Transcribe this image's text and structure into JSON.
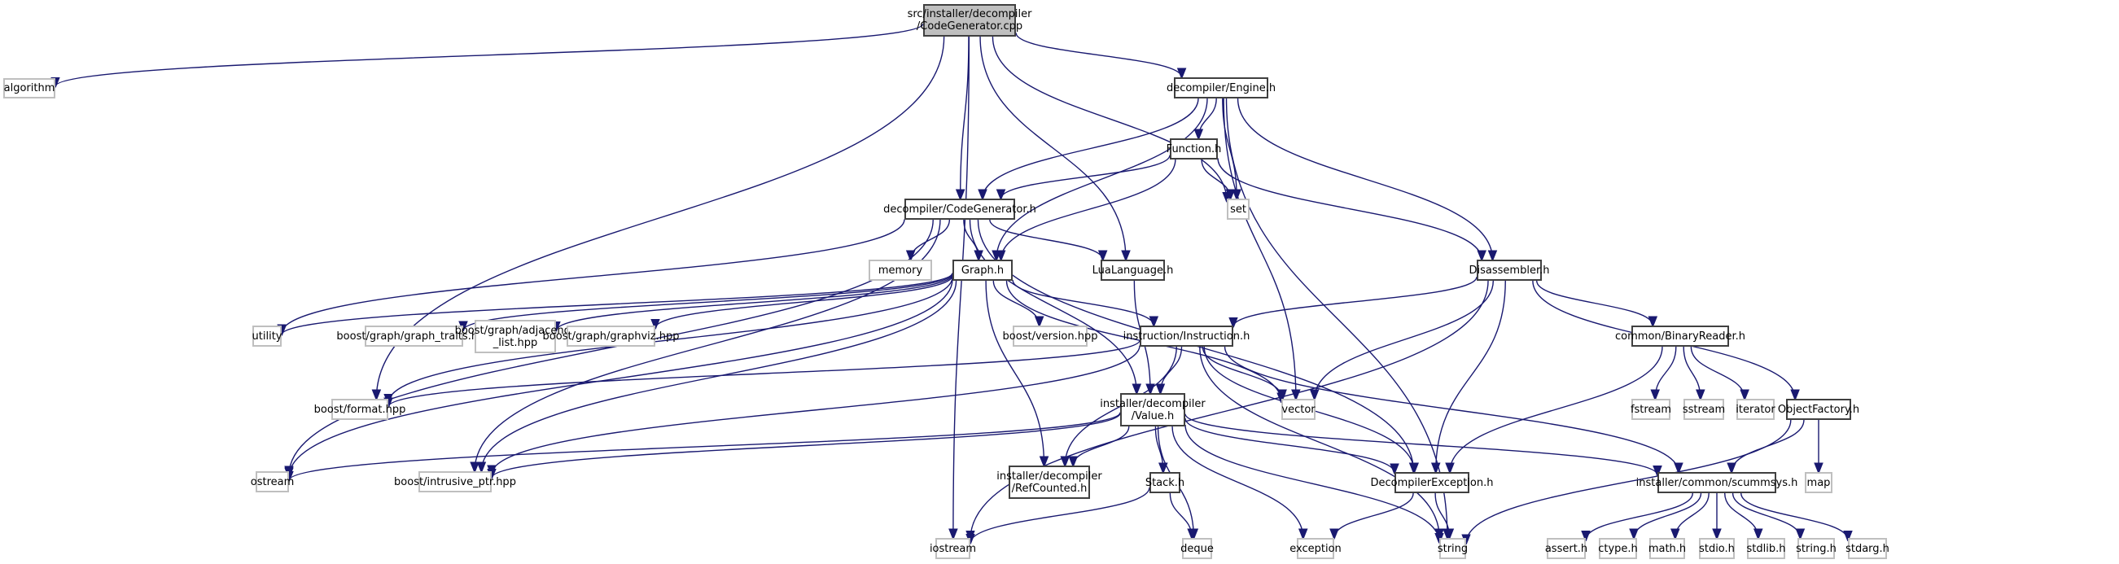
{
  "title": "src/installer/decompiler/CodeGenerator.cpp include dependency graph",
  "colors": {
    "edge": "#191970",
    "root_fill": "#bfbfbf",
    "project_border": "#404040",
    "system_border": "#bfbfbf"
  },
  "nodes": {
    "root": {
      "label": "src/installer/decompiler\n/CodeGenerator.cpp",
      "kind": "root"
    },
    "algorithm": {
      "label": "algorithm",
      "kind": "system"
    },
    "engine": {
      "label": "decompiler/Engine.h",
      "kind": "project"
    },
    "function": {
      "label": "Function.h",
      "kind": "project"
    },
    "set": {
      "label": "set",
      "kind": "system"
    },
    "codegen_h": {
      "label": "decompiler/CodeGenerator.h",
      "kind": "project"
    },
    "memory": {
      "label": "memory",
      "kind": "system"
    },
    "graph": {
      "label": "Graph.h",
      "kind": "project"
    },
    "lualang": {
      "label": "LuaLanguage.h",
      "kind": "project"
    },
    "disasm": {
      "label": "Disassembler.h",
      "kind": "project"
    },
    "utility": {
      "label": "utility",
      "kind": "system"
    },
    "graph_traits": {
      "label": "boost/graph/graph_traits.hpp",
      "kind": "system"
    },
    "adjacency": {
      "label": "boost/graph/adjacency\n_list.hpp",
      "kind": "system"
    },
    "graphviz": {
      "label": "boost/graph/graphviz.hpp",
      "kind": "system"
    },
    "version": {
      "label": "boost/version.hpp",
      "kind": "system"
    },
    "instruction": {
      "label": "instruction/Instruction.h",
      "kind": "project"
    },
    "binreader": {
      "label": "common/BinaryReader.h",
      "kind": "project"
    },
    "format": {
      "label": "boost/format.hpp",
      "kind": "system"
    },
    "value": {
      "label": "installer/decompiler\n/Value.h",
      "kind": "project"
    },
    "vector": {
      "label": "vector",
      "kind": "system"
    },
    "fstream": {
      "label": "fstream",
      "kind": "system"
    },
    "sstream": {
      "label": "sstream",
      "kind": "system"
    },
    "iterator": {
      "label": "iterator",
      "kind": "system"
    },
    "objfactory": {
      "label": "ObjectFactory.h",
      "kind": "project"
    },
    "ostream": {
      "label": "ostream",
      "kind": "system"
    },
    "intrusive": {
      "label": "boost/intrusive_ptr.hpp",
      "kind": "system"
    },
    "refcounted": {
      "label": "installer/decompiler\n/RefCounted.h",
      "kind": "project"
    },
    "stack": {
      "label": "Stack.h",
      "kind": "project"
    },
    "decexc": {
      "label": "DecompilerException.h",
      "kind": "project"
    },
    "scummsys": {
      "label": "installer/common/scummsys.h",
      "kind": "project"
    },
    "map": {
      "label": "map",
      "kind": "system"
    },
    "iostream": {
      "label": "iostream",
      "kind": "system"
    },
    "deque": {
      "label": "deque",
      "kind": "system"
    },
    "exception": {
      "label": "exception",
      "kind": "system"
    },
    "string": {
      "label": "string",
      "kind": "system"
    },
    "assert": {
      "label": "assert.h",
      "kind": "system"
    },
    "ctype": {
      "label": "ctype.h",
      "kind": "system"
    },
    "math": {
      "label": "math.h",
      "kind": "system"
    },
    "stdio": {
      "label": "stdio.h",
      "kind": "system"
    },
    "stdlib": {
      "label": "stdlib.h",
      "kind": "system"
    },
    "string_h": {
      "label": "string.h",
      "kind": "system"
    },
    "stdarg": {
      "label": "stdarg.h",
      "kind": "system"
    }
  },
  "edges": [
    [
      "root",
      "algorithm"
    ],
    [
      "root",
      "engine"
    ],
    [
      "root",
      "set"
    ],
    [
      "root",
      "codegen_h"
    ],
    [
      "root",
      "lualang"
    ],
    [
      "root",
      "format"
    ],
    [
      "root",
      "iostream"
    ],
    [
      "engine",
      "function"
    ],
    [
      "engine",
      "set"
    ],
    [
      "engine",
      "codegen_h"
    ],
    [
      "engine",
      "graph"
    ],
    [
      "engine",
      "disasm"
    ],
    [
      "engine",
      "vector"
    ],
    [
      "engine",
      "string"
    ],
    [
      "function",
      "set"
    ],
    [
      "function",
      "codegen_h"
    ],
    [
      "function",
      "graph"
    ],
    [
      "function",
      "disasm"
    ],
    [
      "codegen_h",
      "memory"
    ],
    [
      "codegen_h",
      "graph"
    ],
    [
      "codegen_h",
      "lualang"
    ],
    [
      "codegen_h",
      "utility"
    ],
    [
      "codegen_h",
      "ostream"
    ],
    [
      "codegen_h",
      "intrusive"
    ],
    [
      "codegen_h",
      "value"
    ],
    [
      "codegen_h",
      "decexc"
    ],
    [
      "graph",
      "utility"
    ],
    [
      "graph",
      "graph_traits"
    ],
    [
      "graph",
      "adjacency"
    ],
    [
      "graph",
      "graphviz"
    ],
    [
      "graph",
      "version"
    ],
    [
      "graph",
      "instruction"
    ],
    [
      "graph",
      "format"
    ],
    [
      "graph",
      "vector"
    ],
    [
      "graph",
      "ostream"
    ],
    [
      "graph",
      "intrusive"
    ],
    [
      "graph",
      "refcounted"
    ],
    [
      "lualang",
      "value"
    ],
    [
      "disasm",
      "instruction"
    ],
    [
      "disasm",
      "binreader"
    ],
    [
      "disasm",
      "objfactory"
    ],
    [
      "disasm",
      "vector"
    ],
    [
      "disasm",
      "decexc"
    ],
    [
      "disasm",
      "iostream"
    ],
    [
      "instruction",
      "format"
    ],
    [
      "instruction",
      "value"
    ],
    [
      "instruction",
      "vector"
    ],
    [
      "instruction",
      "refcounted"
    ],
    [
      "instruction",
      "intrusive"
    ],
    [
      "instruction",
      "decexc"
    ],
    [
      "instruction",
      "scummsys"
    ],
    [
      "instruction",
      "string"
    ],
    [
      "binreader",
      "fstream"
    ],
    [
      "binreader",
      "sstream"
    ],
    [
      "binreader",
      "iterator"
    ],
    [
      "binreader",
      "decexc"
    ],
    [
      "objfactory",
      "map"
    ],
    [
      "objfactory",
      "scummsys"
    ],
    [
      "objfactory",
      "string"
    ],
    [
      "value",
      "ostream"
    ],
    [
      "value",
      "intrusive"
    ],
    [
      "value",
      "refcounted"
    ],
    [
      "value",
      "stack"
    ],
    [
      "value",
      "deque"
    ],
    [
      "value",
      "exception"
    ],
    [
      "value",
      "string"
    ],
    [
      "value",
      "decexc"
    ],
    [
      "value",
      "scummsys"
    ],
    [
      "stack",
      "deque"
    ],
    [
      "stack",
      "iostream"
    ],
    [
      "decexc",
      "exception"
    ],
    [
      "decexc",
      "string"
    ],
    [
      "scummsys",
      "assert"
    ],
    [
      "scummsys",
      "ctype"
    ],
    [
      "scummsys",
      "math"
    ],
    [
      "scummsys",
      "stdio"
    ],
    [
      "scummsys",
      "stdlib"
    ],
    [
      "scummsys",
      "string_h"
    ],
    [
      "scummsys",
      "stdarg"
    ]
  ]
}
